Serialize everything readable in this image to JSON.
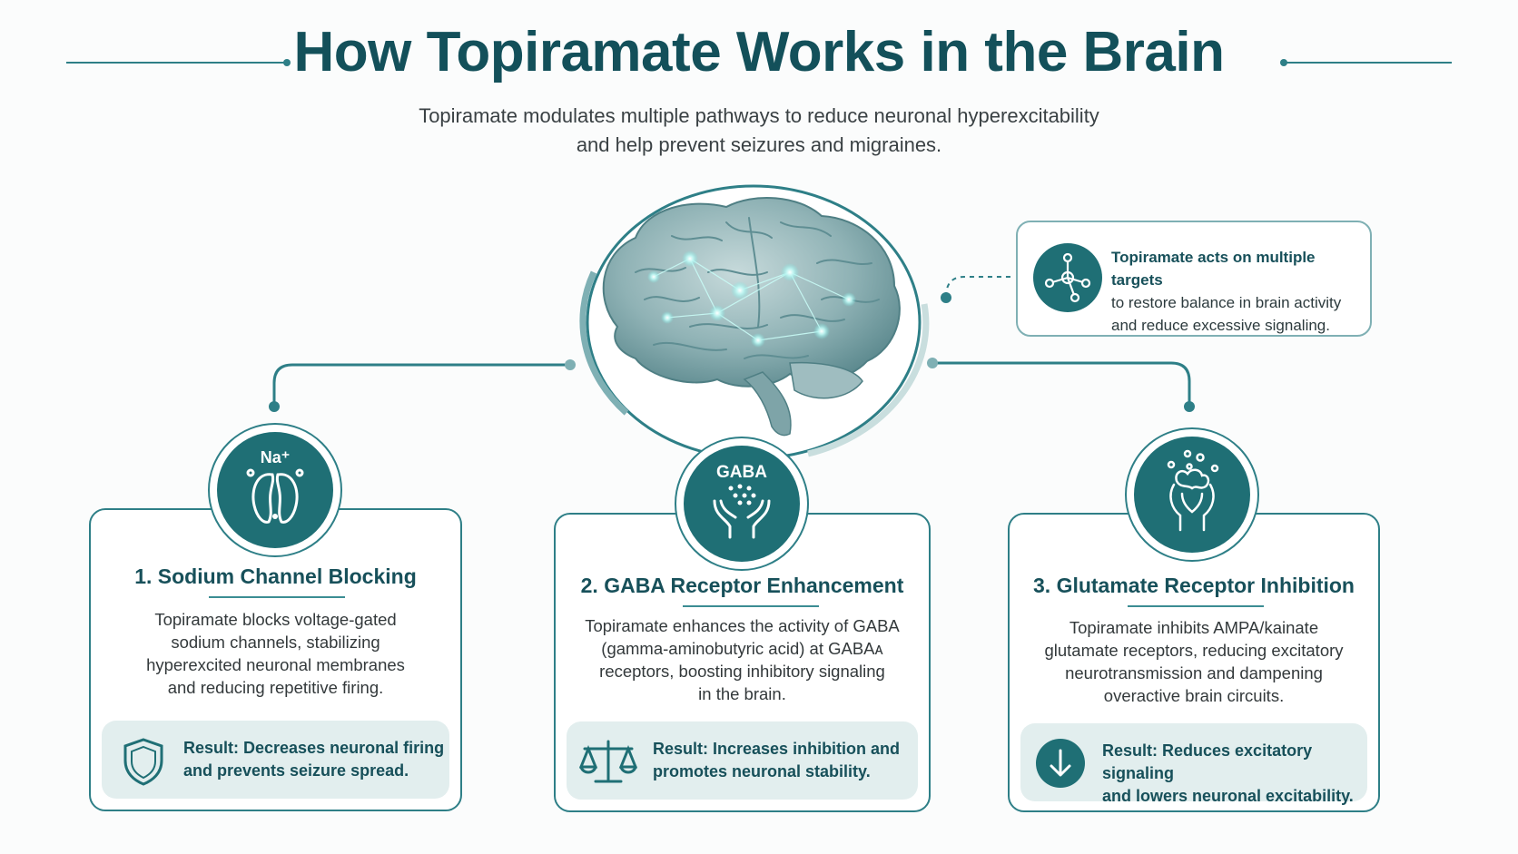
{
  "title": "How Topiramate Works in the Brain",
  "subtitle_line1": "Topiramate modulates multiple pathways to reduce neuronal hyperexcitability",
  "subtitle_line2": "and help prevent seizures and migraines.",
  "note": {
    "bold": "Topiramate acts on multiple targets",
    "line2": "to restore balance in brain activity",
    "line3": "and reduce excessive signaling."
  },
  "cards": [
    {
      "icon_label": "Na⁺",
      "title": "1. Sodium Channel Blocking",
      "text": [
        "Topiramate blocks voltage-gated",
        "sodium channels, stabilizing",
        "hyperexcited neuronal membranes",
        "and reducing repetitive firing."
      ],
      "result": [
        "Result: Decreases neuronal firing",
        "and prevents seizure spread."
      ],
      "result_icon": "shield-icon"
    },
    {
      "icon_label": "GABA",
      "title": "2. GABA Receptor Enhancement",
      "text": [
        "Topiramate enhances the activity of GABA",
        "(gamma-aminobutyric acid) at GABAᴀ",
        "receptors, boosting inhibitory signaling",
        "in the brain."
      ],
      "result": [
        "Result: Increases inhibition and",
        "promotes neuronal stability."
      ],
      "result_icon": "scales-icon"
    },
    {
      "icon_label": "",
      "title": "3. Glutamate Receptor Inhibition",
      "text": [
        "Topiramate inhibits AMPA/kainate",
        "glutamate receptors, reducing excitatory",
        "neurotransmission and dampening",
        "overactive brain circuits."
      ],
      "result": [
        "Result: Reduces excitatory signaling",
        "and lowers neuronal excitability."
      ],
      "result_icon": "arrow-down-icon"
    }
  ],
  "colors": {
    "primary": "#1f6f75",
    "dark": "#13505a",
    "light": "#e2eeee"
  }
}
